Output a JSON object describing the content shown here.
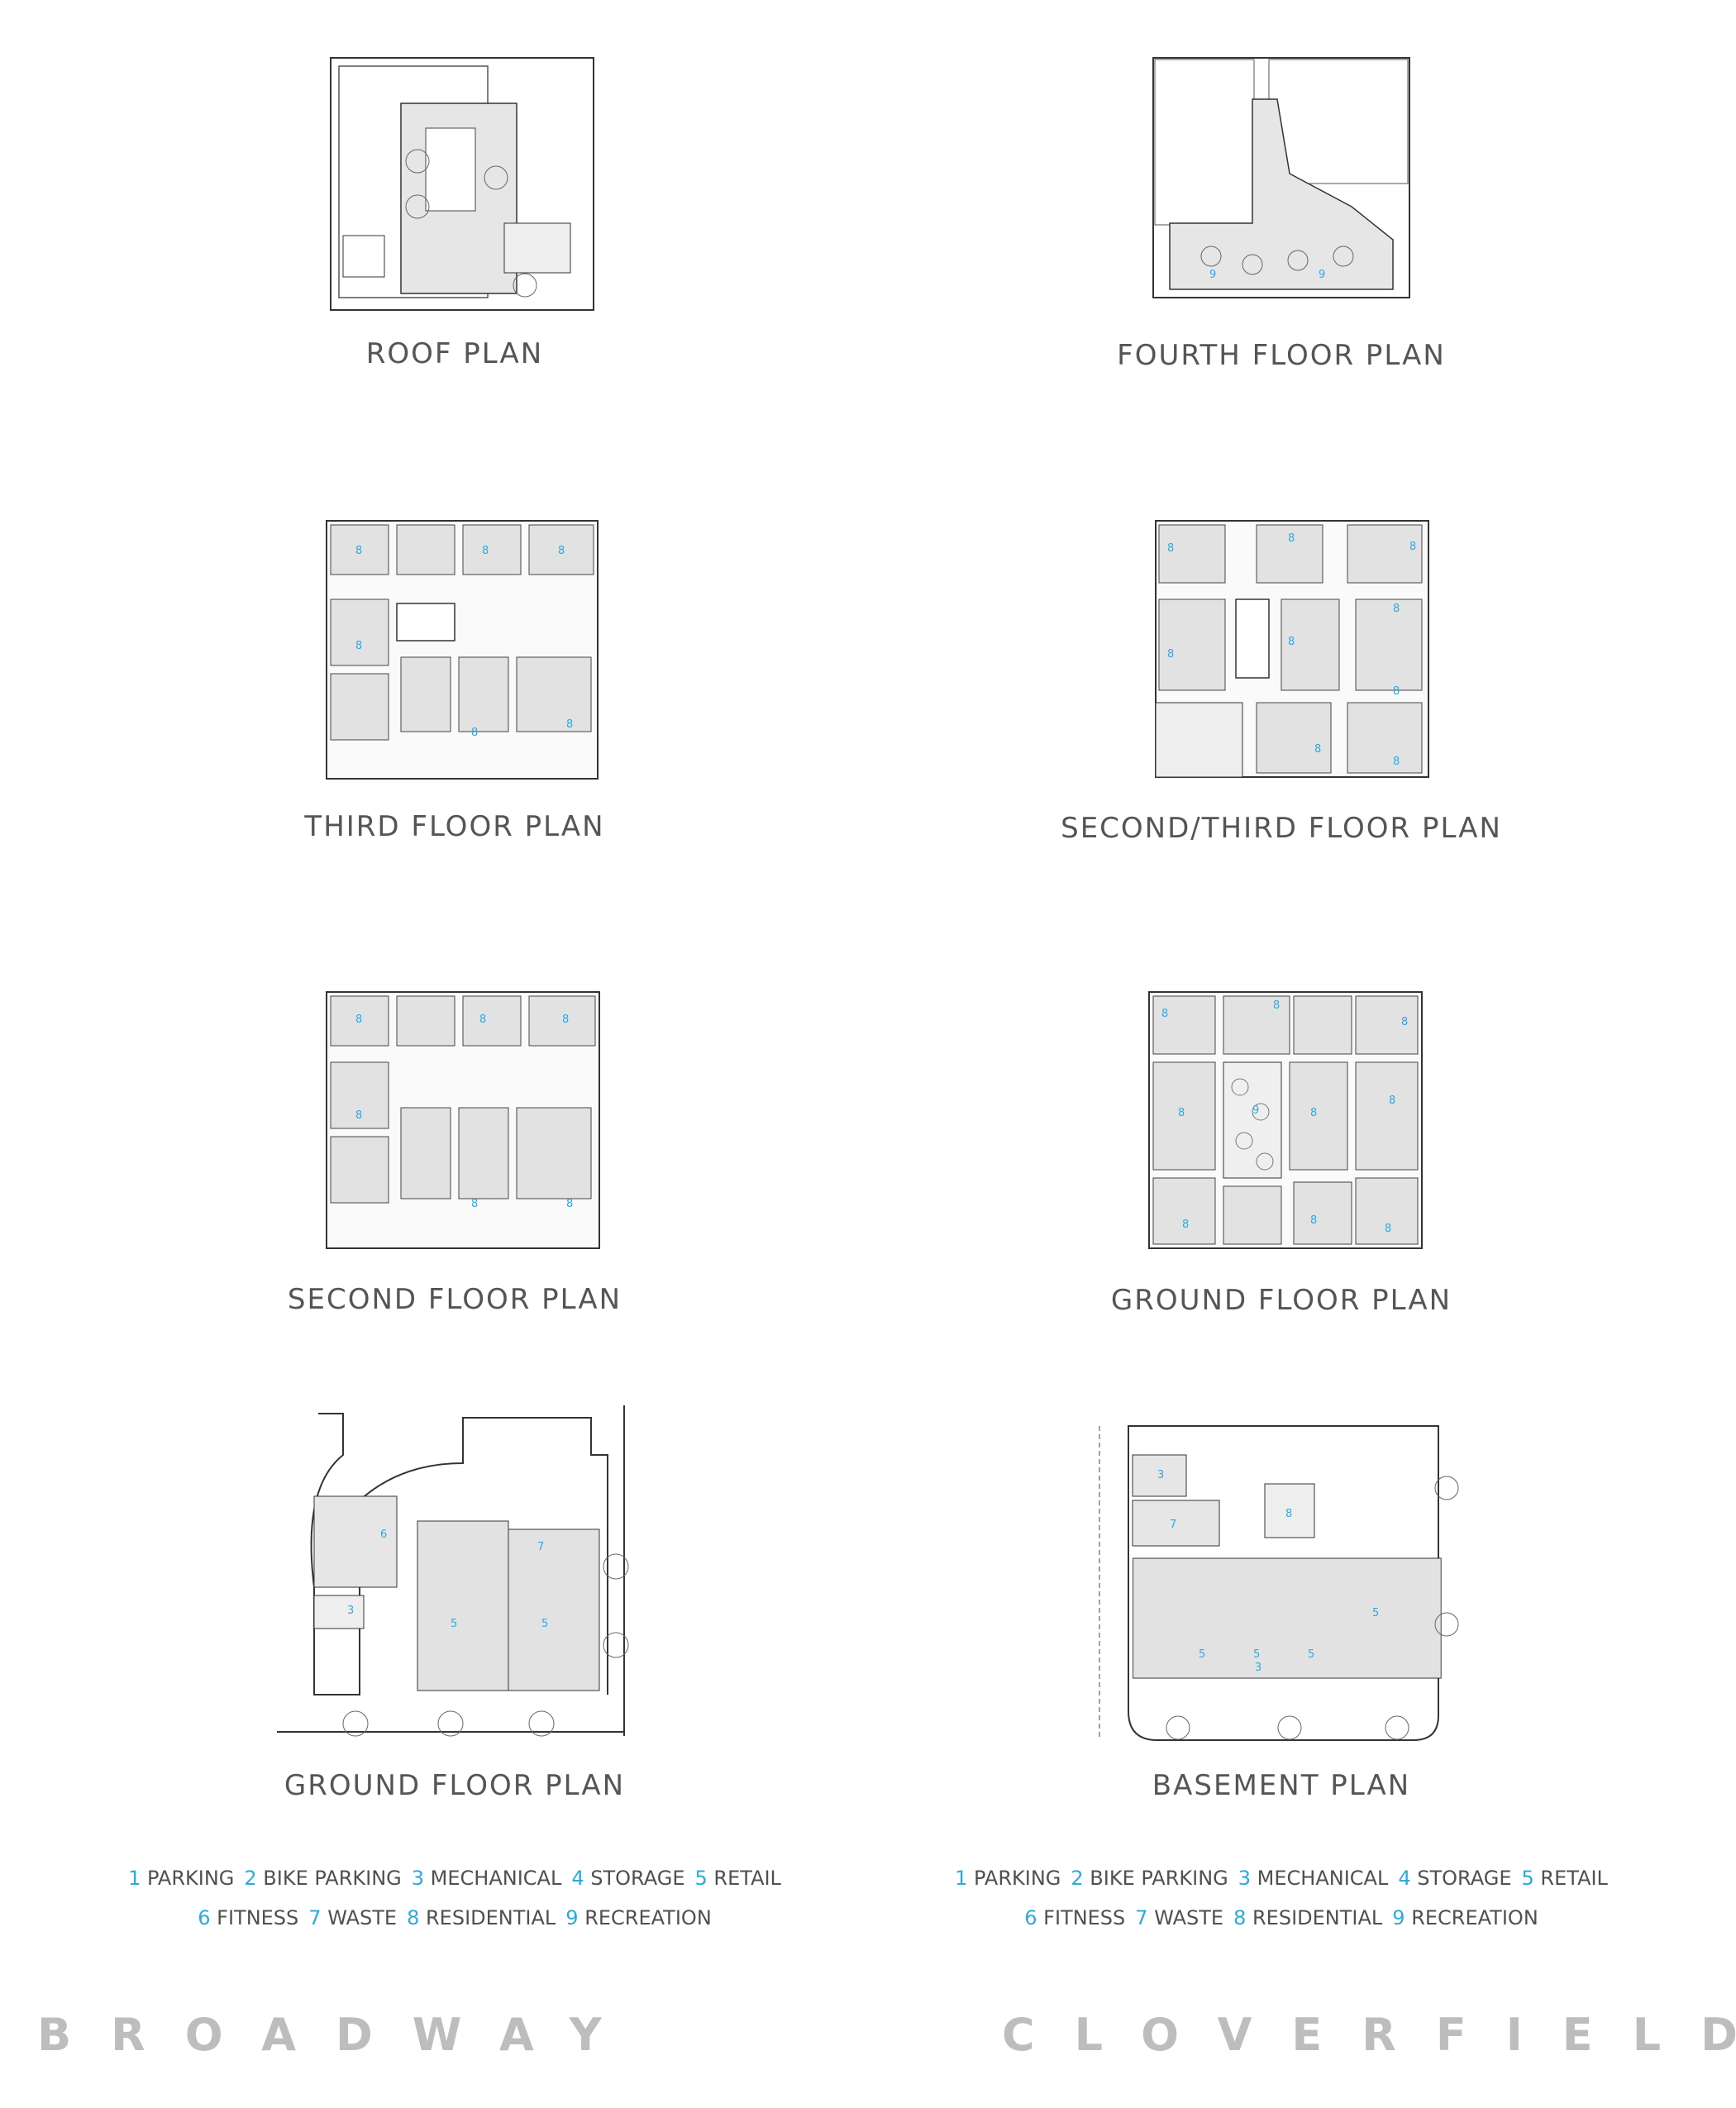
{
  "plans": {
    "roof": {
      "caption": "ROOF PLAN"
    },
    "fourth": {
      "caption": "FOURTH FLOOR PLAN"
    },
    "third_left": {
      "caption": "THIRD FLOOR PLAN"
    },
    "second_third_right": {
      "caption": "SECOND/THIRD FLOOR PLAN"
    },
    "second_left": {
      "caption": "SECOND FLOOR PLAN"
    },
    "ground_right": {
      "caption": "GROUND FLOOR PLAN"
    },
    "ground_left": {
      "caption": "GROUND FLOOR PLAN"
    },
    "basement": {
      "caption": "BASEMENT PLAN"
    }
  },
  "legend": [
    {
      "num": "1",
      "label": "PARKING"
    },
    {
      "num": "2",
      "label": "BIKE PARKING"
    },
    {
      "num": "3",
      "label": "MECHANICAL"
    },
    {
      "num": "4",
      "label": "STORAGE"
    },
    {
      "num": "5",
      "label": "RETAIL"
    },
    {
      "num": "6",
      "label": "FITNESS"
    },
    {
      "num": "7",
      "label": "WASTE"
    },
    {
      "num": "8",
      "label": "RESIDENTIAL"
    },
    {
      "num": "9",
      "label": "RECREATION"
    }
  ],
  "streets": {
    "left": "BROADWAY",
    "right": "CLOVERFIELD"
  },
  "accent_color": "#29abe2",
  "room_labels": {
    "residential": "8",
    "recreation": "9",
    "retail": "5",
    "fitness": "6",
    "mechanical": "3",
    "waste": "7"
  }
}
